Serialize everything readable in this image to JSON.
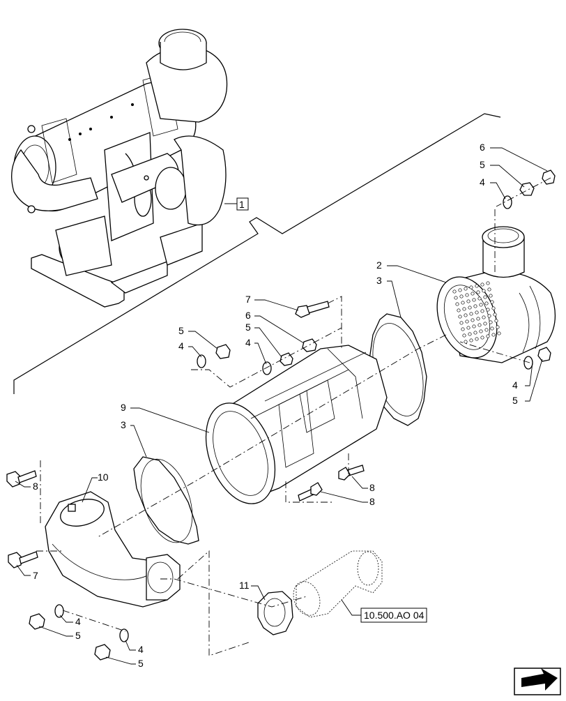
{
  "diagram": {
    "callouts": {
      "c1": "1",
      "c2": "2",
      "c3a": "3",
      "c3b": "3",
      "c4a": "4",
      "c4b": "4",
      "c4c": "4",
      "c4d": "4",
      "c4e": "4",
      "c4f": "4",
      "c5a": "5",
      "c5b": "5",
      "c5c": "5",
      "c5d": "5",
      "c5e": "5",
      "c5f": "5",
      "c6a": "6",
      "c6b": "6",
      "c7a": "7",
      "c7b": "7",
      "c8a": "8",
      "c8b": "8",
      "c8c": "8",
      "c9": "9",
      "c10": "10",
      "c11": "11"
    },
    "reference_box": "10.500.AO 04"
  }
}
